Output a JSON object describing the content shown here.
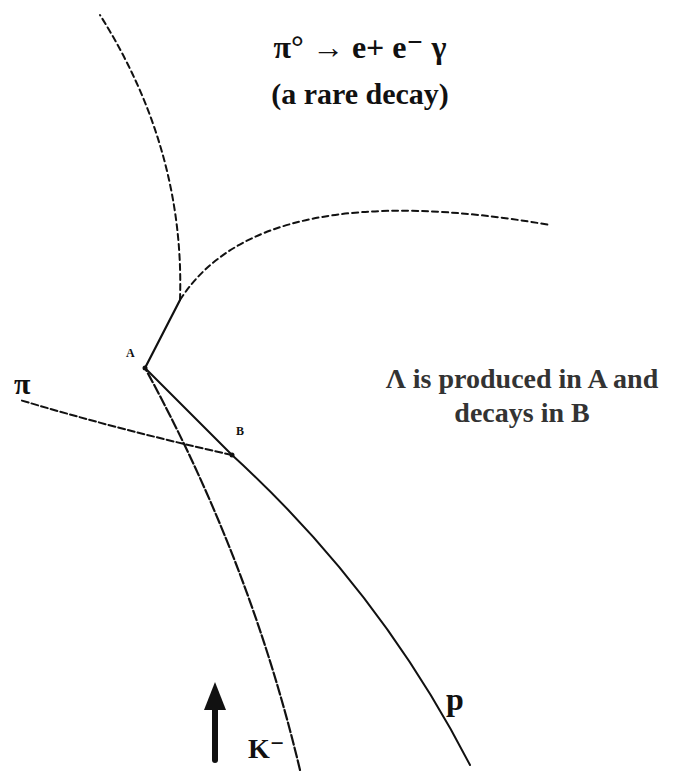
{
  "diagram": {
    "title": "π° → e+ e⁻ γ",
    "labels": [
      "(a rare decay)",
      "Λ is produced in A and decays in B",
      "π",
      "K⁻",
      "p",
      "A",
      "B"
    ]
  }
}
